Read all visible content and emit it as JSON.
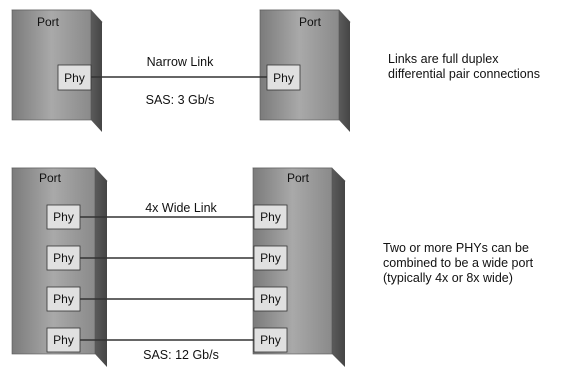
{
  "top": {
    "left_port": {
      "title": "Port",
      "phy": "Phy"
    },
    "right_port": {
      "title": "Port",
      "phy": "Phy"
    },
    "link_label": "Narrow Link",
    "speed_label": "SAS: 3 Gb/s"
  },
  "bottom": {
    "left_port": {
      "title": "Port",
      "phys": [
        "Phy",
        "Phy",
        "Phy",
        "Phy"
      ]
    },
    "right_port": {
      "title": "Port",
      "phys": [
        "Phy",
        "Phy",
        "Phy",
        "Phy"
      ]
    },
    "link_label": "4x Wide Link",
    "speed_label": "SAS: 12 Gb/s"
  },
  "notes": {
    "top_lines": [
      "Links are full duplex",
      "differential pair connections"
    ],
    "bottom_lines": [
      "Two or more PHYs can be",
      "combined to be a wide port",
      "(typically 4x or 8x wide)"
    ]
  }
}
